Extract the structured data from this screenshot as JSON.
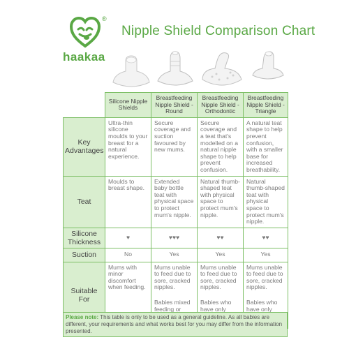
{
  "brand": {
    "name": "haakaa",
    "registered": "®",
    "color": "#5aa845"
  },
  "title": "Nipple Shield Comparison Chart",
  "columns": [
    "Silicone Nipple Shields",
    "Breastfeeding Nipple Shield - Round",
    "Breastfeeding Nipple Shield - Orthodontic",
    "Breastfeeding Nipple Shield - Triangle"
  ],
  "rows": {
    "advantages": {
      "label": "Key Advantages",
      "cells": [
        "Ultra-thin silicone moulds to your breast for a natural experience.",
        "Secure coverage and suction favoured by new mums.",
        "Secure coverage and a teat that's modelled on a natural nipple shape to help prevent confusion.",
        "A natural teat shape to help prevent confusion, with a smaller base for increased breathability."
      ]
    },
    "teat": {
      "label": "Teat",
      "cells": [
        "Moulds to breast shape.",
        "Extended baby bottle teat with physical space to protect mum's nipple.",
        "Natural thumb-shaped teat with physical space to protect mum's nipple.",
        "Natural thumb-shaped teat with physical space to protect mum's nipple."
      ]
    },
    "thickness": {
      "label": "Silicone Thickness",
      "cells": [
        "♥",
        "♥♥♥",
        "♥♥",
        "♥♥"
      ]
    },
    "suction": {
      "label": "Suction",
      "cells": [
        "No",
        "Yes",
        "Yes",
        "Yes"
      ]
    },
    "suitable": {
      "label": "Suitable For",
      "cells": [
        {
          "a": "Mums with minor discomfort when feeding.",
          "b": ""
        },
        {
          "a": "Mums unable to feed due to sore, cracked nipples.",
          "b": "Babies mixed feeding or transitioning to bottle feeding."
        },
        {
          "a": "Mums unable to feed due to sore, cracked nipples.",
          "b": "Babies who have only been breastfed."
        },
        {
          "a": "Mums unable to feed due to sore, cracked nipples.",
          "b": "Babies who have only been breastfed."
        }
      ]
    }
  },
  "note": {
    "label": "Please note:",
    "text": "This table is only to be used as a general guideline. As all babies are different, your requirements and what works best for you may differ from the information presented."
  }
}
